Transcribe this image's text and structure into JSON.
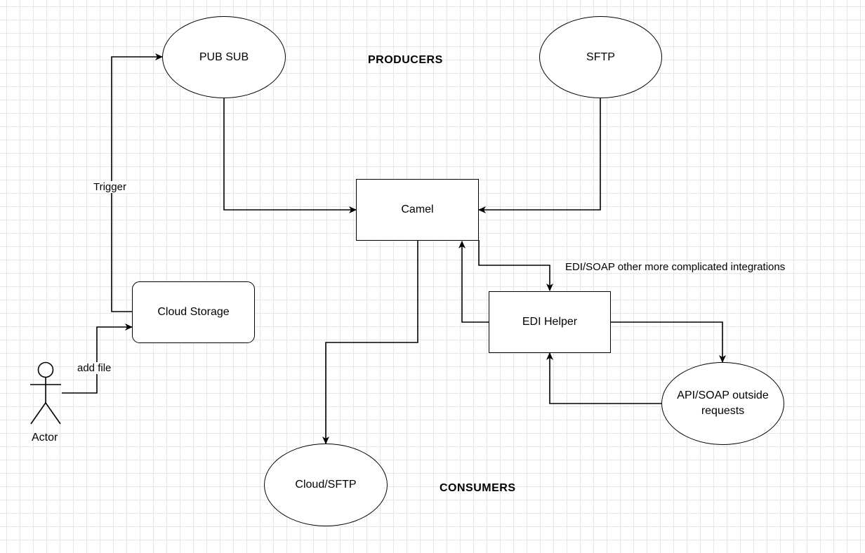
{
  "headings": {
    "producers": "PRODUCERS",
    "consumers": "CONSUMERS"
  },
  "nodes": {
    "pub_sub": "PUB SUB",
    "sftp": "SFTP",
    "camel": "Camel",
    "cloud_storage": "Cloud Storage",
    "edi_helper": "EDI Helper",
    "api_soap": "API/SOAP outside requests",
    "cloud_sftp": "Cloud/SFTP"
  },
  "actor": {
    "label": "Actor"
  },
  "edge_labels": {
    "trigger": "Trigger",
    "add_file": "add file",
    "edi_soap": "EDI/SOAP other more complicated integrations"
  }
}
